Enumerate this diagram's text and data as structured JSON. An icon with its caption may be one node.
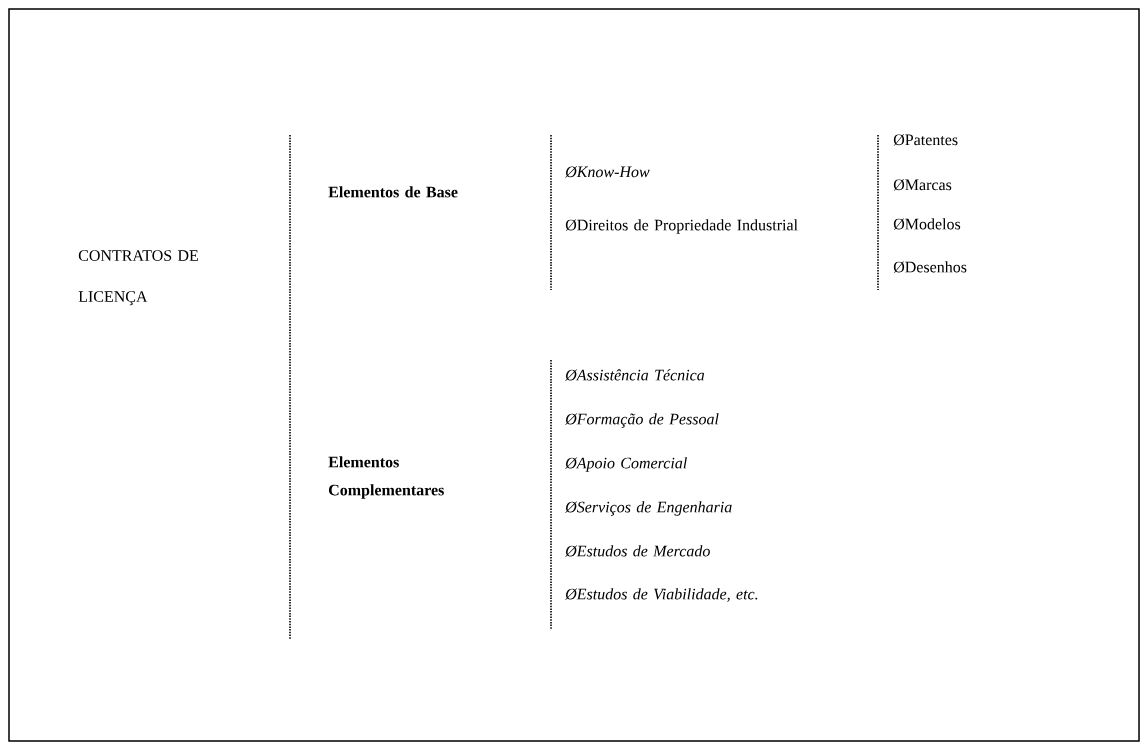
{
  "diagram": {
    "labels": [
      "CONTRATOS DE LICENÇA",
      "Elementos de Base",
      "ØKnow-How",
      "ØDireitos de Propriedade Industrial",
      "ØPatentes",
      "ØMarcas",
      "ØModelos",
      "ØDesenhos",
      "Elementos Complementares",
      "ØAssistência Técnica",
      "ØFormação de Pessoal",
      "ØApoio Comercial",
      "ØServiços de Engenharia",
      "ØEstudos de Mercado",
      "ØEstudos de Viabilidade, etc."
    ]
  }
}
